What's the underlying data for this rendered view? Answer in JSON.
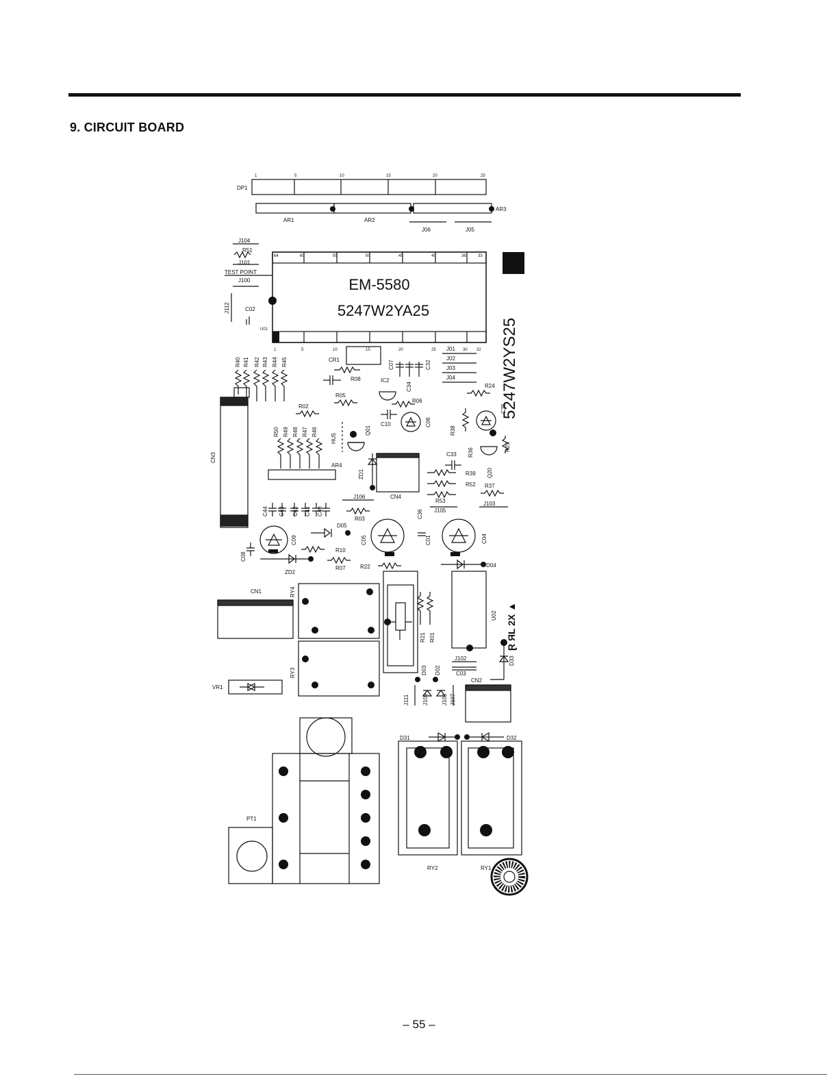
{
  "section": {
    "heading": "9. CIRCUIT BOARD"
  },
  "page_number": "– 55 –",
  "board": {
    "chip_part": "EM-5580",
    "chip_code": "5247W2YA25",
    "board_code": "5247W2YS25",
    "cert_mark": "Ɽ ЯL 2X ▲",
    "labels": {
      "dp1": "DP1",
      "ar1": "AR1",
      "ar2": "AR2",
      "ar3": "AR3",
      "j06": "J06",
      "j05": "J05",
      "j104": "J104",
      "r51": "R51",
      "j101": "J101",
      "test_point": "TEST POINT",
      "j100": "J100",
      "j112": "J112",
      "c02": "C02",
      "u01": "U01",
      "r40": "R40",
      "r41": "R41",
      "r42": "R42",
      "r43": "R43",
      "r44": "R44",
      "r45": "R45",
      "cr1": "CR1",
      "r08": "R08",
      "ic2": "IC2",
      "c07": "C07",
      "c34": "C34",
      "c32": "C32",
      "j01": "J01",
      "j02": "J02",
      "j03": "J03",
      "j04": "J04",
      "r05": "R05",
      "r06": "R06",
      "r24": "R24",
      "c35": "C35",
      "r02": "R02",
      "c10": "C10",
      "c06": "C06",
      "r38": "R38",
      "r36": "R36",
      "r23": "R23",
      "q20": "Q20",
      "q01": "Q01",
      "hu5": "HU5",
      "r50": "R50",
      "r49": "R49",
      "r48": "R48",
      "r47": "R47",
      "r46": "R46",
      "cn3": "CN3",
      "ar4": "AR4",
      "zd1": "ZD1",
      "c33": "C33",
      "r39": "R39",
      "r52": "R52",
      "r37": "R37",
      "j106": "J106",
      "cn4": "CN4",
      "r53": "R53",
      "j105": "J105",
      "j103": "J103",
      "c44": "C44",
      "c43": "C43",
      "c42": "C42",
      "c41": "C41",
      "c40": "C40",
      "c36": "C36",
      "r03": "R03",
      "d05": "D05",
      "c05": "C05",
      "c01": "C01",
      "c04": "C04",
      "c09": "C09",
      "c08": "C08",
      "r10": "R10",
      "zd2": "ZD2",
      "r07": "R07",
      "r22": "R22",
      "d04": "D04",
      "cn1": "CN1",
      "ry4": "RY4",
      "ry3": "RY3",
      "r21": "R21",
      "r01": "R01",
      "u02": "U02",
      "j102": "J102",
      "c03": "C03",
      "d33": "D33",
      "d03": "D03",
      "d02": "D02",
      "cn2": "CN2",
      "vr1": "VR1",
      "j111": "J111",
      "j109": "J109",
      "j108": "J108",
      "j107": "J107",
      "d31": "D31",
      "d32": "D32",
      "pt1": "PT1",
      "ry2": "RY2",
      "ry1": "RY1"
    },
    "pin_numbers_top": [
      "1",
      "5",
      "10",
      "15",
      "20",
      "25"
    ],
    "chip_pins_top": [
      "64",
      "60",
      "55",
      "50",
      "45",
      "40",
      "36",
      "33"
    ],
    "chip_pins_bottom": [
      "1",
      "5",
      "10",
      "15",
      "20",
      "25",
      "30",
      "32"
    ]
  }
}
